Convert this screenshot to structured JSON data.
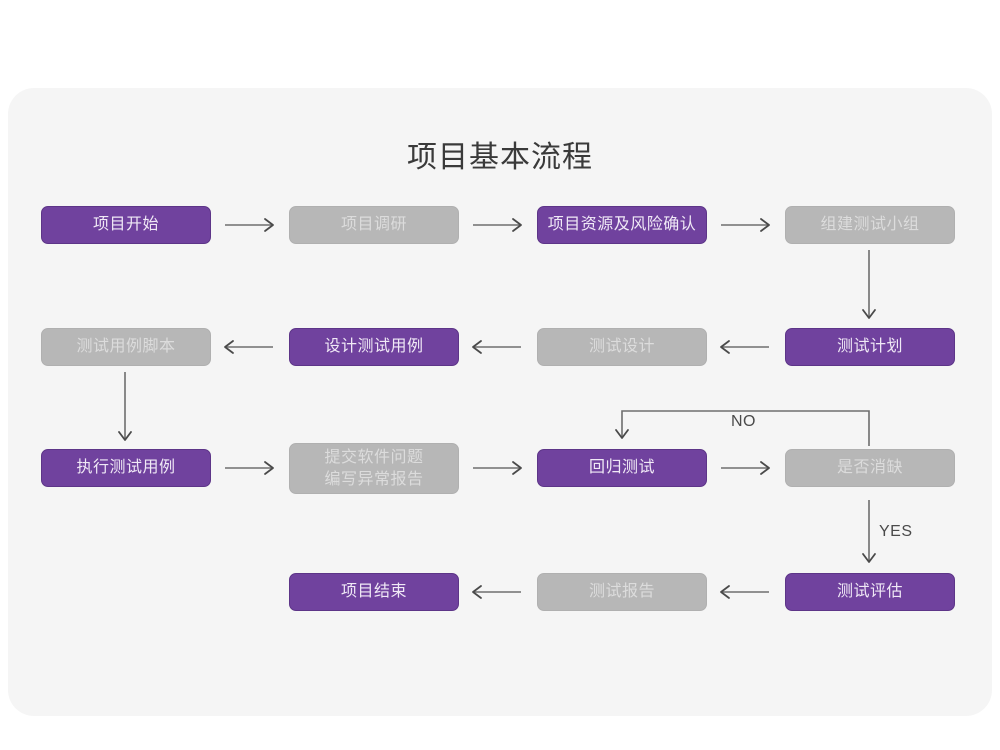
{
  "document": {
    "title": "项目基本流程"
  },
  "colors": {
    "page_background": "#ffffff",
    "card_background": "#f5f5f5",
    "accent_purple": "#70429e",
    "muted_gray": "#b7b7b7",
    "purple_text": "#f0e9f6",
    "gray_text": "#dcdcdc",
    "connector": "#6e6e6e",
    "title_text": "#3a3a3a"
  },
  "flow": {
    "nodes": [
      {
        "id": "n1",
        "label": "项目开始",
        "style": "purple",
        "row": 1,
        "col": 1
      },
      {
        "id": "n2",
        "label": "项目调研",
        "style": "gray",
        "row": 1,
        "col": 2
      },
      {
        "id": "n3",
        "label": "项目资源及风险确认",
        "style": "purple",
        "row": 1,
        "col": 3
      },
      {
        "id": "n4",
        "label": "组建测试小组",
        "style": "gray",
        "row": 1,
        "col": 4
      },
      {
        "id": "n5",
        "label": "测试用例脚本",
        "style": "gray",
        "row": 2,
        "col": 1
      },
      {
        "id": "n6",
        "label": "设计测试用例",
        "style": "purple",
        "row": 2,
        "col": 2
      },
      {
        "id": "n7",
        "label": "测试设计",
        "style": "gray",
        "row": 2,
        "col": 3
      },
      {
        "id": "n8",
        "label": "测试计划",
        "style": "purple",
        "row": 2,
        "col": 4
      },
      {
        "id": "n9",
        "label": "执行测试用例",
        "style": "purple",
        "row": 3,
        "col": 1
      },
      {
        "id": "n10",
        "label": "提交软件问题\n编写异常报告",
        "style": "gray",
        "row": 3,
        "col": 2
      },
      {
        "id": "n11",
        "label": "回归测试",
        "style": "purple",
        "row": 3,
        "col": 3
      },
      {
        "id": "n12",
        "label": "是否消缺",
        "style": "gray",
        "row": 3,
        "col": 4
      },
      {
        "id": "n13",
        "label": "项目结束",
        "style": "purple",
        "row": 4,
        "col": 2
      },
      {
        "id": "n14",
        "label": "测试报告",
        "style": "gray",
        "row": 4,
        "col": 3
      },
      {
        "id": "n15",
        "label": "测试评估",
        "style": "purple",
        "row": 4,
        "col": 4
      }
    ],
    "edge_labels": [
      {
        "id": "e-no",
        "text": "NO"
      },
      {
        "id": "e-yes",
        "text": "YES"
      }
    ]
  }
}
